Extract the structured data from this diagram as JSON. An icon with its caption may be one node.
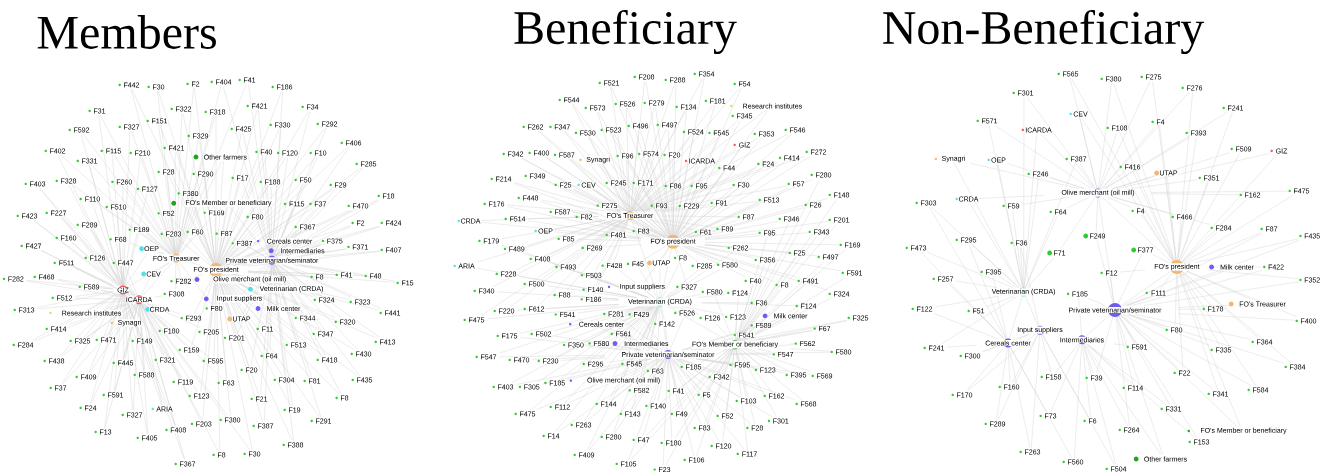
{
  "diagram": {
    "labels": [
      "Members",
      "Beneficiary",
      "Non-Beneficiary",
      "F442",
      "F30",
      "F2",
      "F404",
      "F41",
      "F186",
      "F31",
      "F322",
      "F318",
      "F421",
      "F34",
      "F151",
      "F592",
      "F327",
      "F425",
      "F330",
      "F292",
      "F329",
      "F402",
      "F115",
      "F210",
      "F421",
      "F40",
      "F120",
      "F10",
      "F406",
      "Other farmers",
      "F331",
      "F285",
      "F28",
      "F290",
      "F403",
      "F328",
      "F260",
      "F17",
      "F188",
      "F50",
      "F29",
      "F127",
      "F380",
      "F18",
      "F110",
      "F510",
      "FO's Member or beneficiary",
      "F115",
      "F37",
      "F470",
      "F423",
      "F227",
      "F289",
      "F52",
      "F169",
      "F80",
      "F367",
      "F2",
      "F424",
      "F160",
      "F68",
      "F189",
      "F283",
      "F60",
      "F87",
      "F387",
      "Cereals center",
      "F427",
      "F126",
      "F371",
      "F375",
      "Intermediaries",
      "F407",
      "F511",
      "F447",
      "OEP",
      "FO's Treasurer",
      "FO's president",
      "Private veterinarian/seminator",
      "F282",
      "F468",
      "CEV",
      "F41",
      "F48",
      "F589",
      "GIZ",
      "F512",
      "ICARDA",
      "F282",
      "Olive merchant (oil mill)",
      "Veterinarian (CRDA)",
      "F8",
      "F15",
      "F313",
      "Research institutes",
      "F308",
      "Input suppliers",
      "F324",
      "F323",
      "F441",
      "CRDA",
      "F80",
      "Milk center",
      "F293",
      "UTAP",
      "F344",
      "F414",
      "Synagri",
      "F180",
      "F205",
      "F11",
      "F320",
      "F284",
      "F325",
      "F471",
      "F149",
      "F201",
      "F347",
      "F513",
      "F413",
      "F438",
      "F159",
      "F445",
      "F321",
      "F595",
      "F64",
      "F418",
      "F430",
      "F409",
      "F588",
      "F20",
      "F304",
      "F81",
      "F435",
      "F37",
      "F119",
      "F63",
      "F591",
      "F123",
      "F21",
      "F8",
      "F24",
      "ARIA",
      "F19",
      "F327",
      "F203",
      "F380",
      "F387",
      "F291",
      "F13",
      "F408",
      "F405",
      "F388",
      "F8",
      "F30",
      "F367",
      "F521",
      "F208",
      "F288",
      "F354",
      "F54",
      "F544",
      "F573",
      "F526",
      "F279",
      "F134",
      "F181",
      "Research institutes",
      "F345",
      "F262",
      "F347",
      "F530",
      "F523",
      "F496",
      "F497",
      "F524",
      "F545",
      "F353",
      "F546",
      "GIZ",
      "F342",
      "F400",
      "F587",
      "Synagri",
      "F96",
      "F574",
      "F20",
      "ICARDA",
      "F44",
      "F24",
      "F414",
      "F272",
      "F214",
      "F349",
      "F25",
      "CEV",
      "F245",
      "F171",
      "F86",
      "F95",
      "F30",
      "F57",
      "F280",
      "F176",
      "F448",
      "F587",
      "F275",
      "F93",
      "F229",
      "F91",
      "F513",
      "F26",
      "F148",
      "CRDA",
      "F514",
      "F82",
      "FO's Treasurer",
      "F87",
      "F346",
      "F201",
      "OEP",
      "F481",
      "F83",
      "FO's president",
      "F61",
      "F89",
      "F95",
      "F343",
      "F179",
      "F85",
      "F269",
      "F262",
      "F169",
      "F489",
      "F25",
      "F497",
      "ARIA",
      "F408",
      "F493",
      "F428",
      "F45",
      "UTAP",
      "F8",
      "F285",
      "F580",
      "F356",
      "F228",
      "F503",
      "F591",
      "F500",
      "F340",
      "F88",
      "F140",
      "Input suppliers",
      "F327",
      "F580",
      "F124",
      "F40",
      "F8",
      "F491",
      "F324",
      "F186",
      "Veterinarian (CRDA)",
      "F36",
      "F124",
      "F220",
      "F612",
      "F281",
      "F429",
      "F526",
      "F126",
      "F123",
      "F475",
      "F541",
      "Cereals center",
      "F142",
      "Milk center",
      "F589",
      "F67",
      "F325",
      "F175",
      "F502",
      "F561",
      "F350",
      "F580",
      "Intermediaries",
      "Private veterinarian/seminator",
      "FO's Member or beneficiary",
      "F541",
      "F547",
      "F562",
      "F580",
      "F547",
      "F470",
      "F230",
      "F295",
      "F545",
      "F185",
      "F595",
      "F123",
      "F395",
      "F569",
      "F63",
      "F342",
      "F185",
      "Olive merchant (oil mill)",
      "F582",
      "F403",
      "F305",
      "F41",
      "F5",
      "F144",
      "F140",
      "F103",
      "F162",
      "F568",
      "F52",
      "F112",
      "F475",
      "F143",
      "F49",
      "F301",
      "F263",
      "F83",
      "F28",
      "F14",
      "F280",
      "F47",
      "F180",
      "F120",
      "F409",
      "F117",
      "F106",
      "F105",
      "F23",
      "F565",
      "F380",
      "F275",
      "F276",
      "F301",
      "CEV",
      "F241",
      "F571",
      "ICARDA",
      "F108",
      "F4",
      "F393",
      "F509",
      "GIZ",
      "Synagri",
      "OEP",
      "F387",
      "F416",
      "F246",
      "UTAP",
      "F351",
      "Olive merchant (oil mill)",
      "F162",
      "F475",
      "F303",
      "CRDA",
      "F59",
      "F64",
      "F4",
      "F466",
      "F284",
      "F87",
      "F435",
      "F295",
      "F36",
      "F249",
      "F473",
      "F71",
      "F377",
      "FO's president",
      "Milk center",
      "F422",
      "F352",
      "F395",
      "F257",
      "F12",
      "Veterinarian (CRDA)",
      "F185",
      "F111",
      "F122",
      "F51",
      "Private veterinarian/seminator",
      "F178",
      "FO's Treasurer",
      "F400",
      "Input suppliers",
      "Intermediaries",
      "Cereals center",
      "F80",
      "F364",
      "F241",
      "F300",
      "F591",
      "F335",
      "F384",
      "F158",
      "F39",
      "F160",
      "F22",
      "F170",
      "F114",
      "F341",
      "F584",
      "F331",
      "F73",
      "F6",
      "F289",
      "F264",
      "FO's Member or beneficiary",
      "F153",
      "F263",
      "Other farmers",
      "F560",
      "F504"
    ]
  }
}
